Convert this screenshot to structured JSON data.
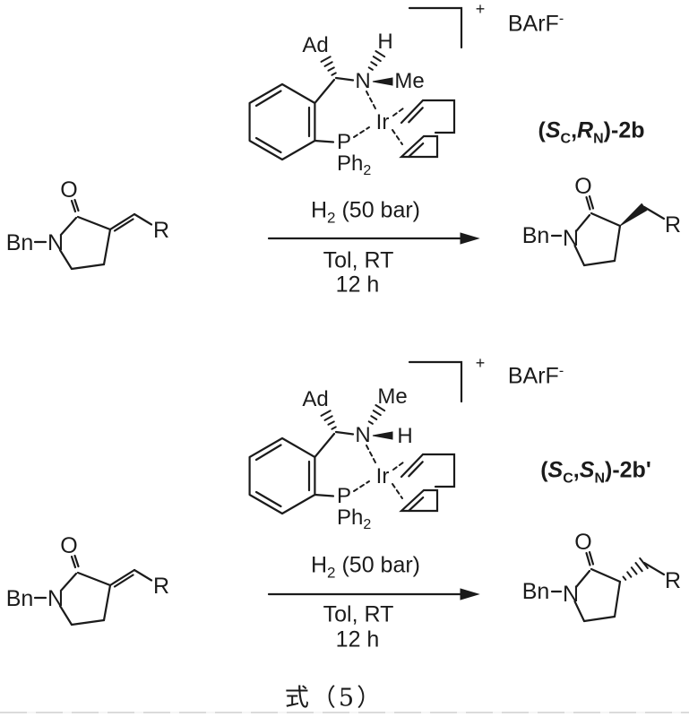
{
  "figure": {
    "formula_label": "式（5）"
  },
  "shared": {
    "atoms": {
      "oxygen": "O",
      "nitrogen": "N",
      "benzyl": "Bn",
      "r_group": "R",
      "adamantyl": "Ad",
      "hydrogen": "H",
      "methyl": "Me",
      "iridium": "Ir",
      "phosphorus": "P",
      "diphenyl_base": "Ph",
      "diphenyl_sub": "2"
    },
    "charge_plus": "+",
    "counterion": {
      "base": "BArF",
      "charge": "-"
    },
    "conditions": {
      "gas_base": "H",
      "gas_sub": "2",
      "gas_rest": " (50 bar)",
      "solvent_temp": "Tol, RT",
      "time": "12 h"
    }
  },
  "reactions": [
    {
      "catalyst_name": {
        "open": "(",
        "stereo1": "S",
        "sub1": "C",
        "comma": ",",
        "stereo2": "R",
        "sub2": "N",
        "close": ")-",
        "id": "2b"
      }
    },
    {
      "catalyst_name": {
        "open": "(",
        "stereo1": "S",
        "sub1": "C",
        "comma": ",",
        "stereo2": "S",
        "sub2": "N",
        "close": ")-",
        "id": "2b'"
      }
    }
  ]
}
